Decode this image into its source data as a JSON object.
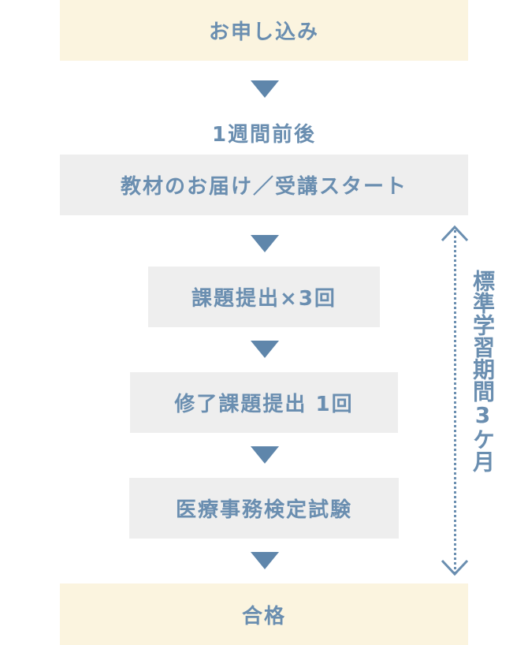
{
  "flow": {
    "step1": "お申し込み",
    "interval": "1週間前後",
    "step2": "教材のお届け／受講スタート",
    "step3": "課題提出×3回",
    "step4": "修了課題提出 1回",
    "step5": "医療事務検定試験",
    "step6": "合格"
  },
  "side": {
    "period": "標準学習期間3ケ月"
  },
  "colors": {
    "text": "#6a8eb0",
    "arrow": "#5f86ab",
    "cream": "#fbf4df",
    "gray": "#eeeeee"
  }
}
